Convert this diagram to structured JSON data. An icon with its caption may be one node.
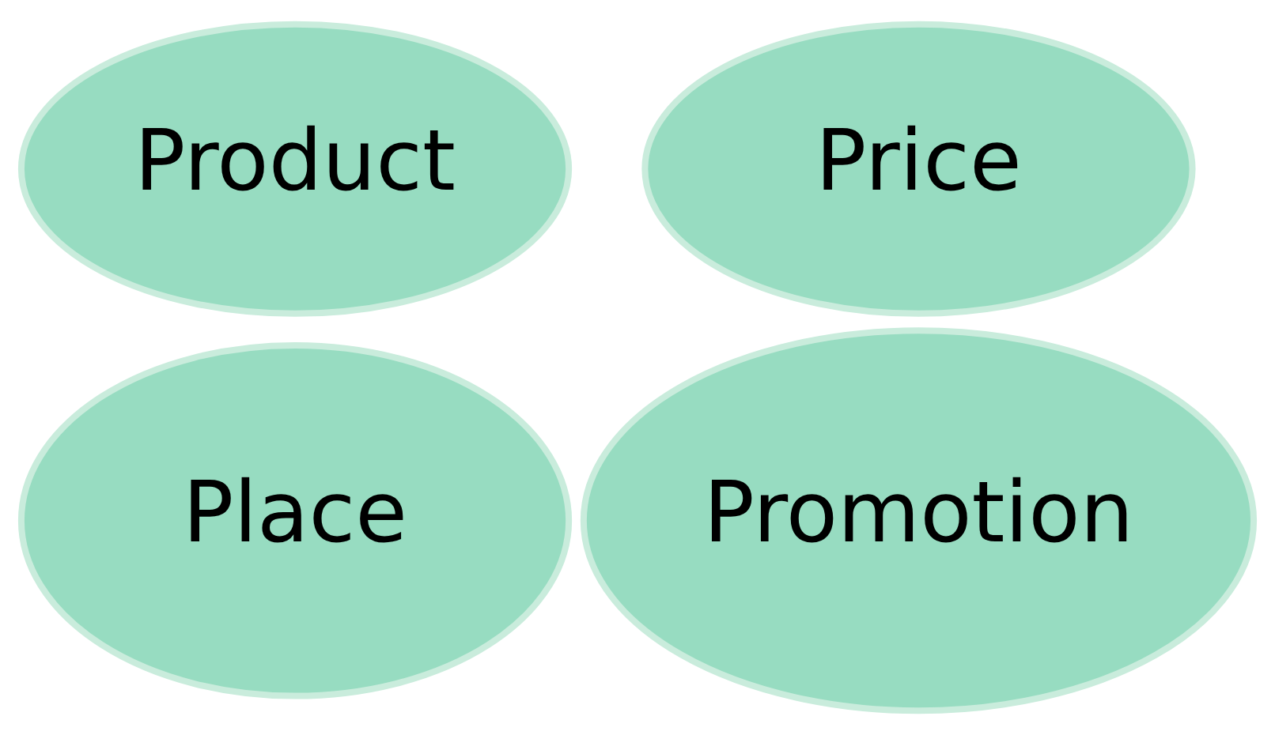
{
  "diagram": {
    "nodes": [
      {
        "text": [
          "Product"
        ]
      },
      {
        "text": [
          "Price"
        ]
      },
      {
        "text": [
          "Place"
        ]
      },
      {
        "text": [
          "Promotion"
        ]
      }
    ]
  }
}
